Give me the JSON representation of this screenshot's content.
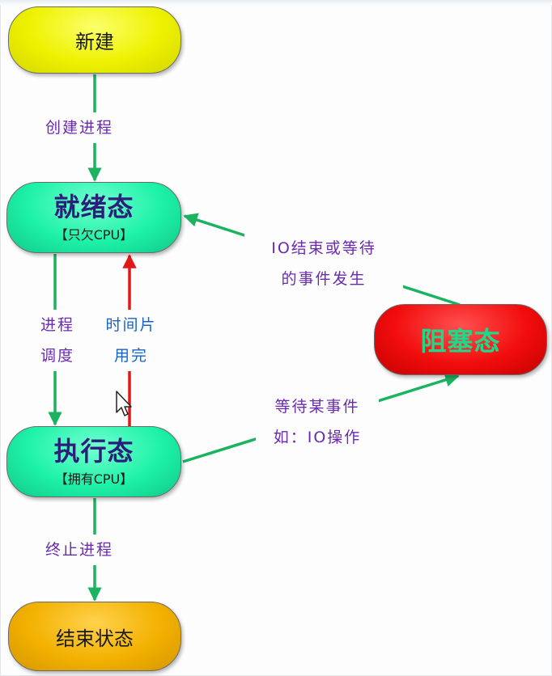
{
  "states": {
    "new": {
      "label": "新建"
    },
    "ready": {
      "label": "就绪态",
      "note": "【只欠CPU】"
    },
    "running": {
      "label": "执行态",
      "note": "【拥有CPU】"
    },
    "blocked": {
      "label": "阻塞态"
    },
    "terminated": {
      "label": "结束状态"
    }
  },
  "transitions": {
    "create": {
      "label": "创建进程"
    },
    "dispatch": {
      "line1": "进程",
      "line2": "调度"
    },
    "timeout": {
      "line1": "时间片",
      "line2": "用完"
    },
    "io_complete": {
      "line1": "IO结束或等待",
      "line2": "的事件发生"
    },
    "io_wait": {
      "line1": "等待某事件",
      "line2": "如：IO操作"
    },
    "terminate": {
      "label": "终止进程"
    }
  },
  "colors": {
    "new_fill": "#eef200",
    "ready_fill": "#1ef2a8",
    "running_fill": "#1ef2a8",
    "blocked_fill": "#f20d0d",
    "terminated_fill": "#f3b100",
    "arrow_green": "#1bb360",
    "arrow_red": "#e01818",
    "label_purple": "#6a2ab0",
    "label_blue": "#1563c9",
    "state_text": "#2b1f7a"
  },
  "icons": {
    "cursor": "mouse-pointer-icon"
  }
}
